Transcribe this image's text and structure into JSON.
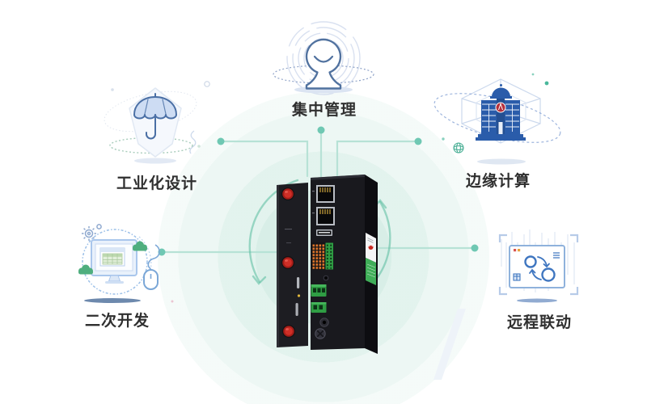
{
  "page": {
    "type": "product-feature-diagram",
    "background": "#ffffff"
  },
  "features": [
    {
      "id": "centralized-management",
      "label": "集中管理",
      "icon": "person-fingerprint-icon",
      "position": "top-center"
    },
    {
      "id": "industrial-design",
      "label": "工业化设计",
      "icon": "umbrella-shield-icon",
      "position": "left"
    },
    {
      "id": "edge-computing",
      "label": "边缘计算",
      "icon": "building-hexagon-icon",
      "position": "right"
    },
    {
      "id": "secondary-development",
      "label": "二次开发",
      "icon": "monitor-mouse-icon",
      "position": "bottom-left"
    },
    {
      "id": "remote-linkage",
      "label": "远程联动",
      "icon": "sync-window-icon",
      "position": "bottom-right"
    }
  ],
  "center_device": {
    "name": "industrial-iot-gateway",
    "visible_parts": [
      "sma-antenna-connectors",
      "sim-card-slots",
      "ethernet-ports",
      "usb-port",
      "io-terminal-block",
      "power-terminal-connectors",
      "power-jack",
      "ground-screw",
      "product-label"
    ]
  },
  "colors": {
    "accent_green": "#5fc2a7",
    "line_green": "#b7e2d6",
    "dot_green": "#6fc8b3",
    "glow_green": "#7ec8af",
    "icon_blue": "#4a6fa5",
    "building_blue": "#2a5caa",
    "cloud_green": "#4fae7e",
    "sync_blue": "#3f76c0",
    "antenna_red": "#cf2f27",
    "terminal_green": "#2f9e44",
    "terminal_orange": "#e0762b",
    "label_text": "#2f2f2f"
  }
}
